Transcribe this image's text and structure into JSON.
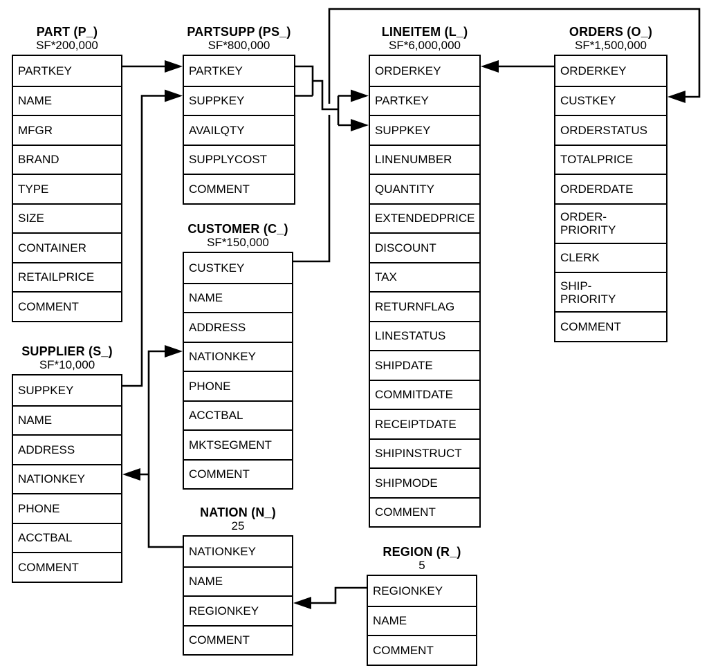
{
  "tables": [
    {
      "id": "part",
      "title": "PART (P_)",
      "cardinality": "SF*200,000",
      "columns": [
        "PARTKEY",
        "NAME",
        "MFGR",
        "BRAND",
        "TYPE",
        "SIZE",
        "CONTAINER",
        "RETAILPRICE",
        "COMMENT"
      ]
    },
    {
      "id": "partsupp",
      "title": "PARTSUPP (PS_)",
      "cardinality": "SF*800,000",
      "columns": [
        "PARTKEY",
        "SUPPKEY",
        "AVAILQTY",
        "SUPPLYCOST",
        "COMMENT"
      ]
    },
    {
      "id": "lineitem",
      "title": "LINEITEM (L_)",
      "cardinality": "SF*6,000,000",
      "columns": [
        "ORDERKEY",
        "PARTKEY",
        "SUPPKEY",
        "LINENUMBER",
        "QUANTITY",
        "EXTENDEDPRICE",
        "DISCOUNT",
        "TAX",
        "RETURNFLAG",
        "LINESTATUS",
        "SHIPDATE",
        "COMMITDATE",
        "RECEIPTDATE",
        "SHIPINSTRUCT",
        "SHIPMODE",
        "COMMENT"
      ]
    },
    {
      "id": "orders",
      "title": "ORDERS (O_)",
      "cardinality": "SF*1,500,000",
      "columns": [
        "ORDERKEY",
        "CUSTKEY",
        "ORDERSTATUS",
        "TOTALPRICE",
        "ORDERDATE",
        "ORDER-\nPRIORITY",
        "CLERK",
        "SHIP-\nPRIORITY",
        "COMMENT"
      ]
    },
    {
      "id": "customer",
      "title": "CUSTOMER (C_)",
      "cardinality": "SF*150,000",
      "columns": [
        "CUSTKEY",
        "NAME",
        "ADDRESS",
        "NATIONKEY",
        "PHONE",
        "ACCTBAL",
        "MKTSEGMENT",
        "COMMENT"
      ]
    },
    {
      "id": "supplier",
      "title": "SUPPLIER (S_)",
      "cardinality": "SF*10,000",
      "columns": [
        "SUPPKEY",
        "NAME",
        "ADDRESS",
        "NATIONKEY",
        "PHONE",
        "ACCTBAL",
        "COMMENT"
      ]
    },
    {
      "id": "nation",
      "title": "NATION (N_)",
      "cardinality": "25",
      "columns": [
        "NATIONKEY",
        "NAME",
        "REGIONKEY",
        "COMMENT"
      ]
    },
    {
      "id": "region",
      "title": "REGION (R_)",
      "cardinality": "5",
      "columns": [
        "REGIONKEY",
        "NAME",
        "COMMENT"
      ]
    }
  ],
  "relations": [
    {
      "from": "PART.PARTKEY",
      "to": "PARTSUPP.PARTKEY"
    },
    {
      "from": "SUPPLIER.SUPPKEY",
      "to": "PARTSUPP.SUPPKEY"
    },
    {
      "from": "PARTSUPP.PARTKEY",
      "to": "LINEITEM.PARTKEY"
    },
    {
      "from": "PARTSUPP.SUPPKEY",
      "to": "LINEITEM.SUPPKEY"
    },
    {
      "from": "ORDERS.ORDERKEY",
      "to": "LINEITEM.ORDERKEY"
    },
    {
      "from": "CUSTOMER.CUSTKEY",
      "to": "ORDERS.CUSTKEY"
    },
    {
      "from": "NATION.NATIONKEY",
      "to": "CUSTOMER.NATIONKEY"
    },
    {
      "from": "NATION.NATIONKEY",
      "to": "SUPPLIER.NATIONKEY"
    },
    {
      "from": "REGION.REGIONKEY",
      "to": "NATION.REGIONKEY"
    }
  ],
  "colors": {
    "line": "#000000",
    "background": "#ffffff",
    "text": "#000000"
  }
}
